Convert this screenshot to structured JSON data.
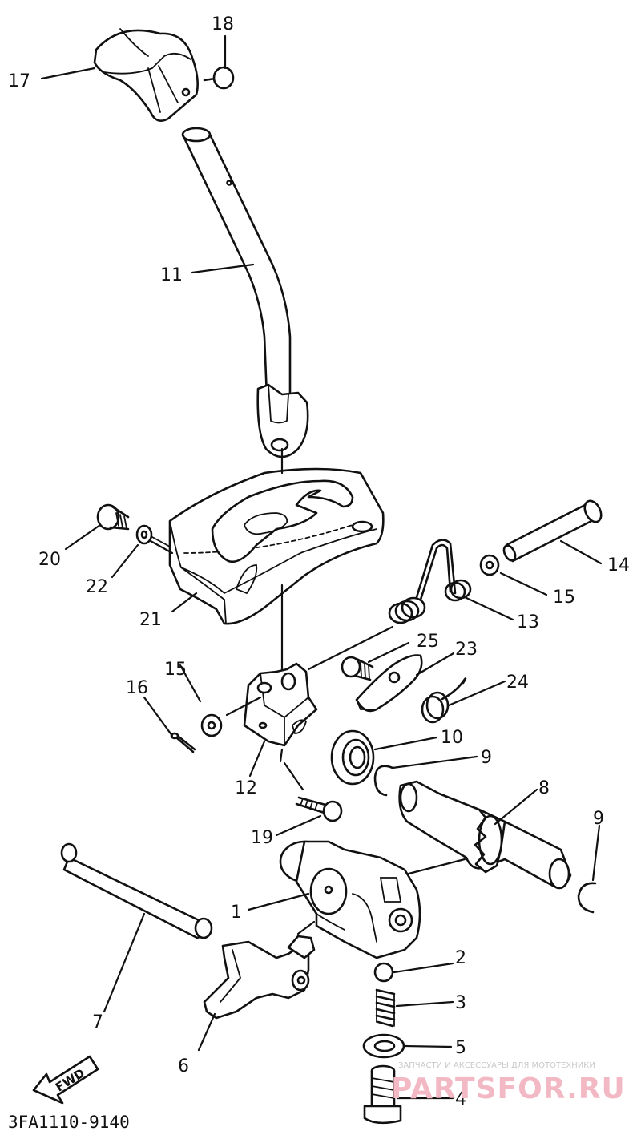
{
  "diagram": {
    "labels": [
      {
        "id": "17",
        "text": "17"
      },
      {
        "id": "18",
        "text": "18"
      },
      {
        "id": "11",
        "text": "11"
      },
      {
        "id": "20",
        "text": "20"
      },
      {
        "id": "22",
        "text": "22"
      },
      {
        "id": "21",
        "text": "21"
      },
      {
        "id": "14",
        "text": "14"
      },
      {
        "id": "15a",
        "text": "15"
      },
      {
        "id": "13",
        "text": "13"
      },
      {
        "id": "25",
        "text": "25"
      },
      {
        "id": "23",
        "text": "23"
      },
      {
        "id": "24",
        "text": "24"
      },
      {
        "id": "15b",
        "text": "15"
      },
      {
        "id": "16",
        "text": "16"
      },
      {
        "id": "10",
        "text": "10"
      },
      {
        "id": "9a",
        "text": "9"
      },
      {
        "id": "12",
        "text": "12"
      },
      {
        "id": "8",
        "text": "8"
      },
      {
        "id": "9b",
        "text": "9"
      },
      {
        "id": "19",
        "text": "19"
      },
      {
        "id": "1",
        "text": "1"
      },
      {
        "id": "2",
        "text": "2"
      },
      {
        "id": "3",
        "text": "3"
      },
      {
        "id": "7",
        "text": "7"
      },
      {
        "id": "5",
        "text": "5"
      },
      {
        "id": "6",
        "text": "6"
      },
      {
        "id": "4",
        "text": "4"
      }
    ],
    "direction_marker": "FWD",
    "drawing_code": "3FA1110-9140"
  },
  "watermark": {
    "tagline": "ЗАПЧАСТИ И АКСЕССУАРЫ ДЛЯ МОТОТЕХНИКИ",
    "brand": "PARTSFOR.RU"
  }
}
